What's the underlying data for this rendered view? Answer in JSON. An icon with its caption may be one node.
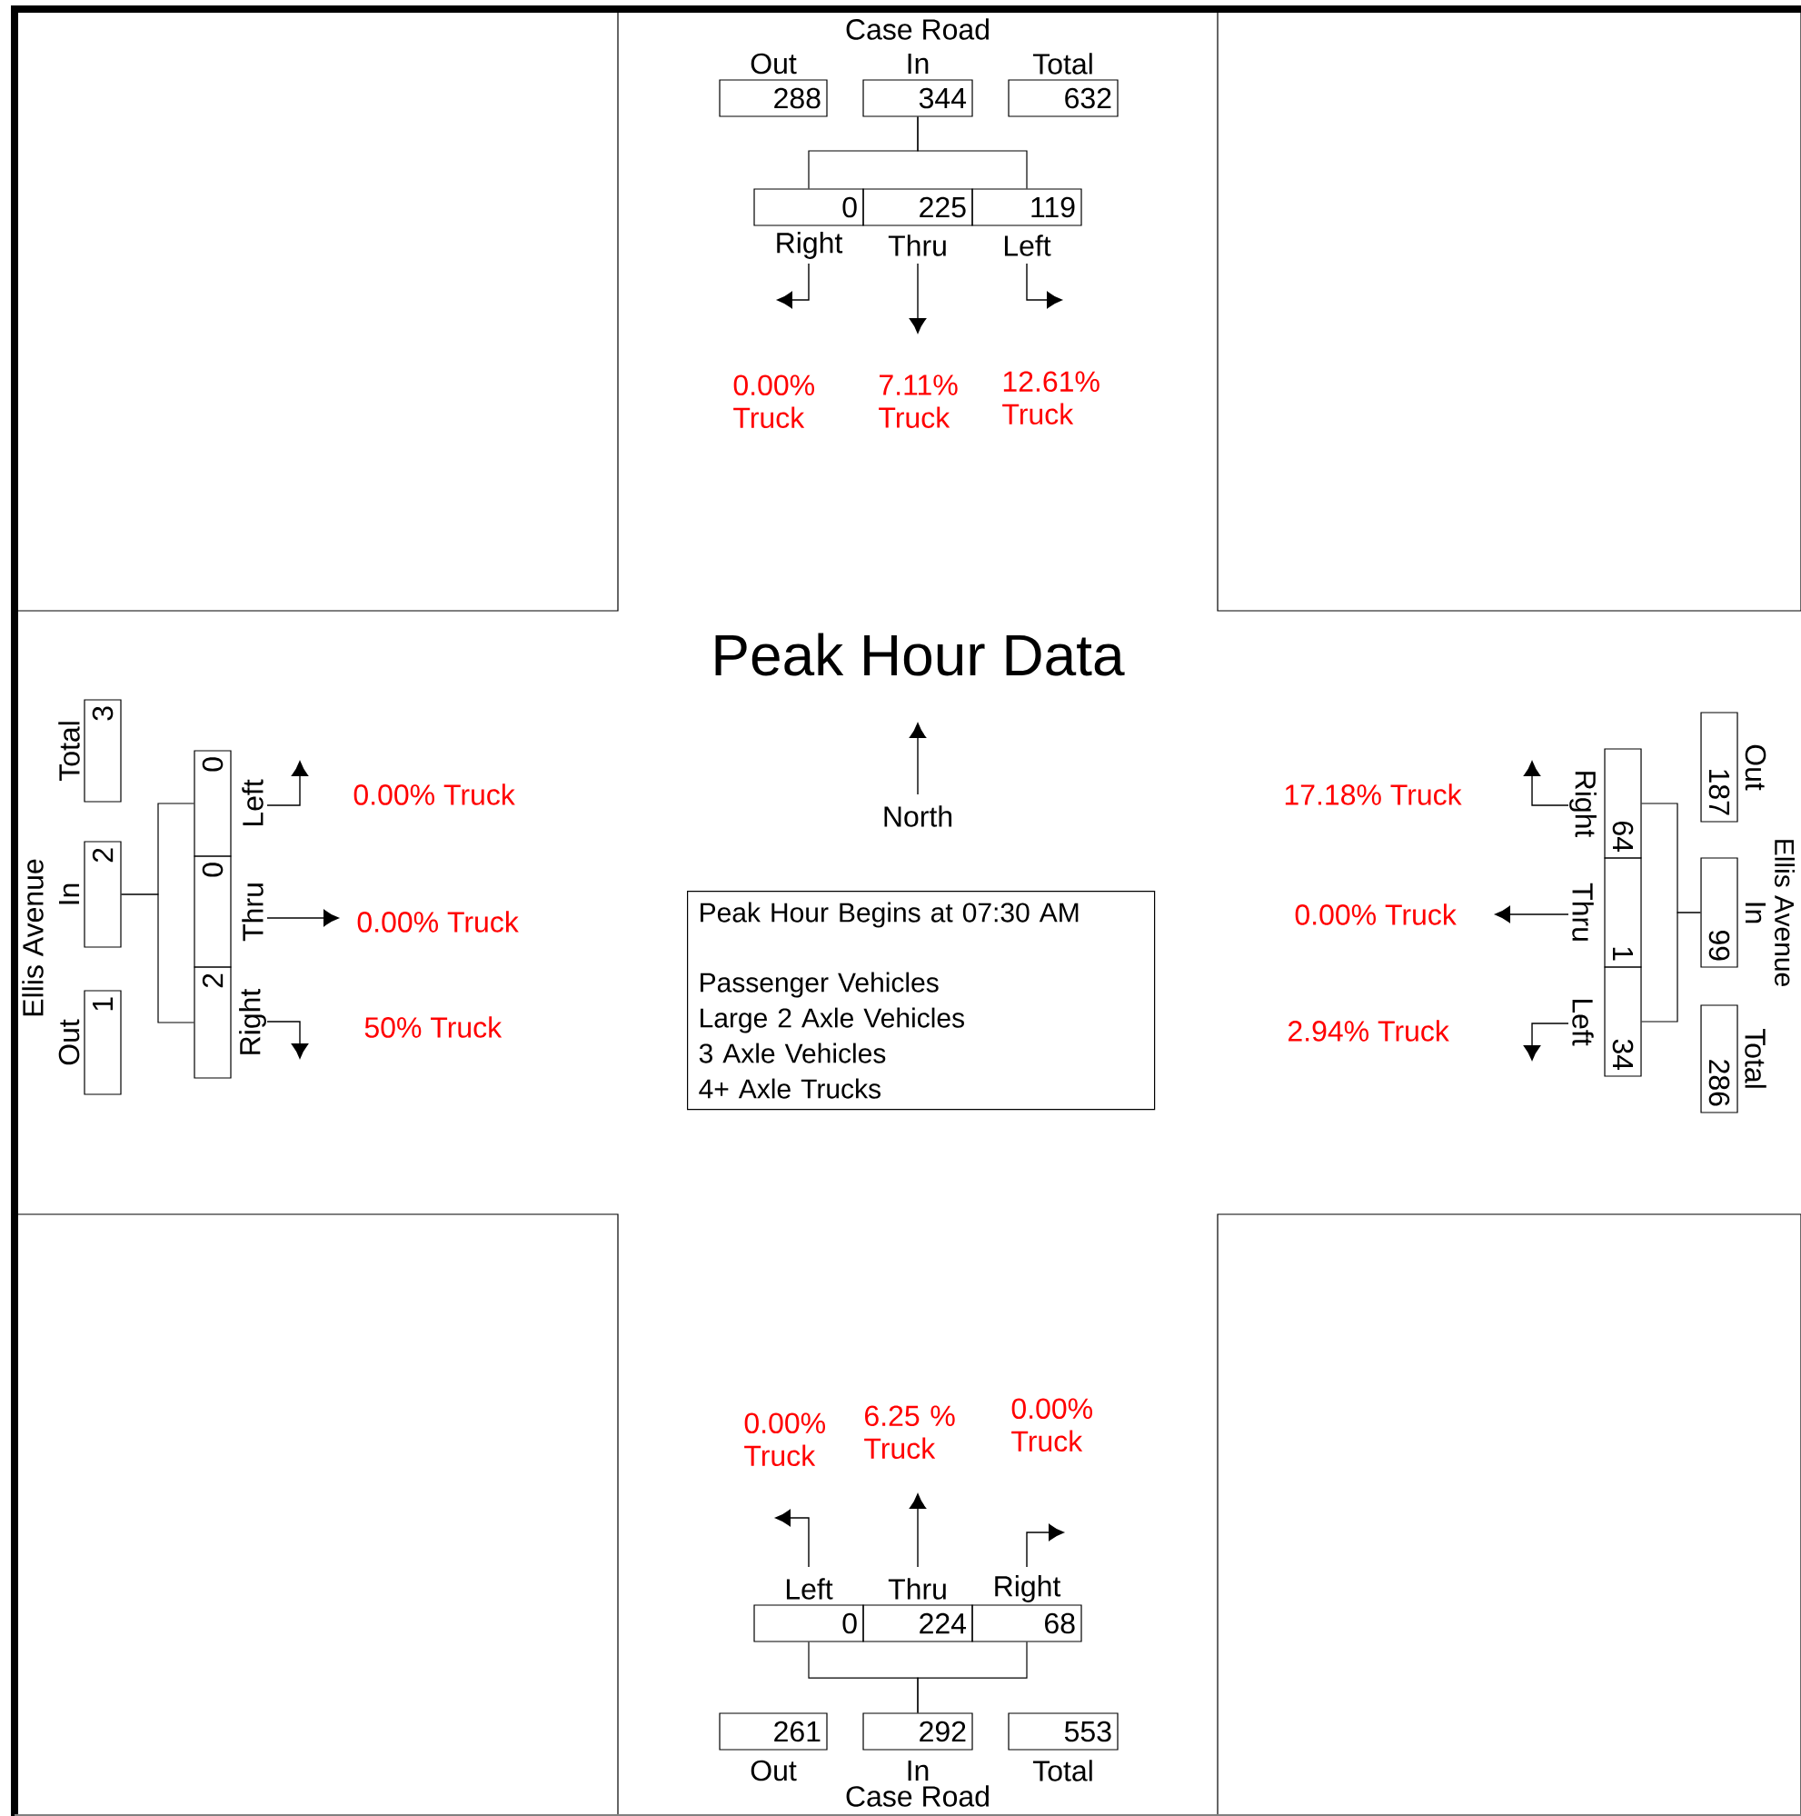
{
  "diagram": {
    "title": "Peak Hour Data",
    "nodes": [
      {
        "text": [
          "Out",
          "288"
        ]
      },
      {
        "text": [
          "In",
          "344"
        ]
      },
      {
        "text": [
          "Total",
          "632"
        ]
      },
      {
        "text": [
          "0",
          "Right"
        ]
      },
      {
        "text": [
          "225",
          "Thru"
        ]
      },
      {
        "text": [
          "119",
          "Left"
        ]
      },
      {
        "text": [
          "Total",
          "3"
        ]
      },
      {
        "text": [
          "In",
          "2"
        ]
      },
      {
        "text": [
          "Out",
          "1"
        ]
      },
      {
        "text": [
          "0",
          "Left"
        ]
      },
      {
        "text": [
          "0",
          "Thru"
        ]
      },
      {
        "text": [
          "2",
          "Right"
        ]
      },
      {
        "text": [
          "187",
          "Out"
        ]
      },
      {
        "text": [
          "99",
          "In"
        ]
      },
      {
        "text": [
          "286",
          "Total"
        ]
      },
      {
        "text": [
          "Right",
          "64"
        ]
      },
      {
        "text": [
          "Thru",
          "1"
        ]
      },
      {
        "text": [
          "Left",
          "34"
        ]
      },
      {
        "text": [
          "Peak Hour Begins at 07:30 AM",
          "Passenger Vehicles",
          "Large 2 Axle Vehicles",
          "3 Axle Vehicles",
          "4+ Axle Trucks"
        ]
      },
      {
        "text": [
          "Left",
          "0"
        ]
      },
      {
        "text": [
          "Thru",
          "224"
        ]
      },
      {
        "text": [
          "Right",
          "68"
        ]
      },
      {
        "text": [
          "261",
          "Out"
        ]
      },
      {
        "text": [
          "292",
          "In"
        ]
      },
      {
        "text": [
          "553",
          "Total"
        ]
      }
    ],
    "edges": [
      {
        "from": 1,
        "to": 3,
        "arrow": "none"
      },
      {
        "from": 1,
        "to": 5,
        "arrow": "none"
      },
      {
        "from": 7,
        "to": 9,
        "arrow": "none"
      },
      {
        "from": 7,
        "to": 11,
        "arrow": "none"
      },
      {
        "from": 13,
        "to": 15,
        "arrow": "none"
      },
      {
        "from": 13,
        "to": 17,
        "arrow": "none"
      },
      {
        "from": 23,
        "to": 19,
        "arrow": "none"
      },
      {
        "from": 23,
        "to": 21,
        "arrow": "none"
      }
    ],
    "labels": [
      "Case Road",
      "0.00% Truck",
      "7.11% Truck",
      "12.61% Truck",
      "Ellis Avenue",
      "0.00% Truck",
      "17.18% Truck",
      "North",
      "0.00% Truck",
      "0.00% Truck",
      "50% Truck",
      "2.94% Truck",
      "Ellis Avenue",
      "0.00% Truck",
      "6.25 % Truck",
      "0.00% Truck",
      "Case Road"
    ]
  }
}
